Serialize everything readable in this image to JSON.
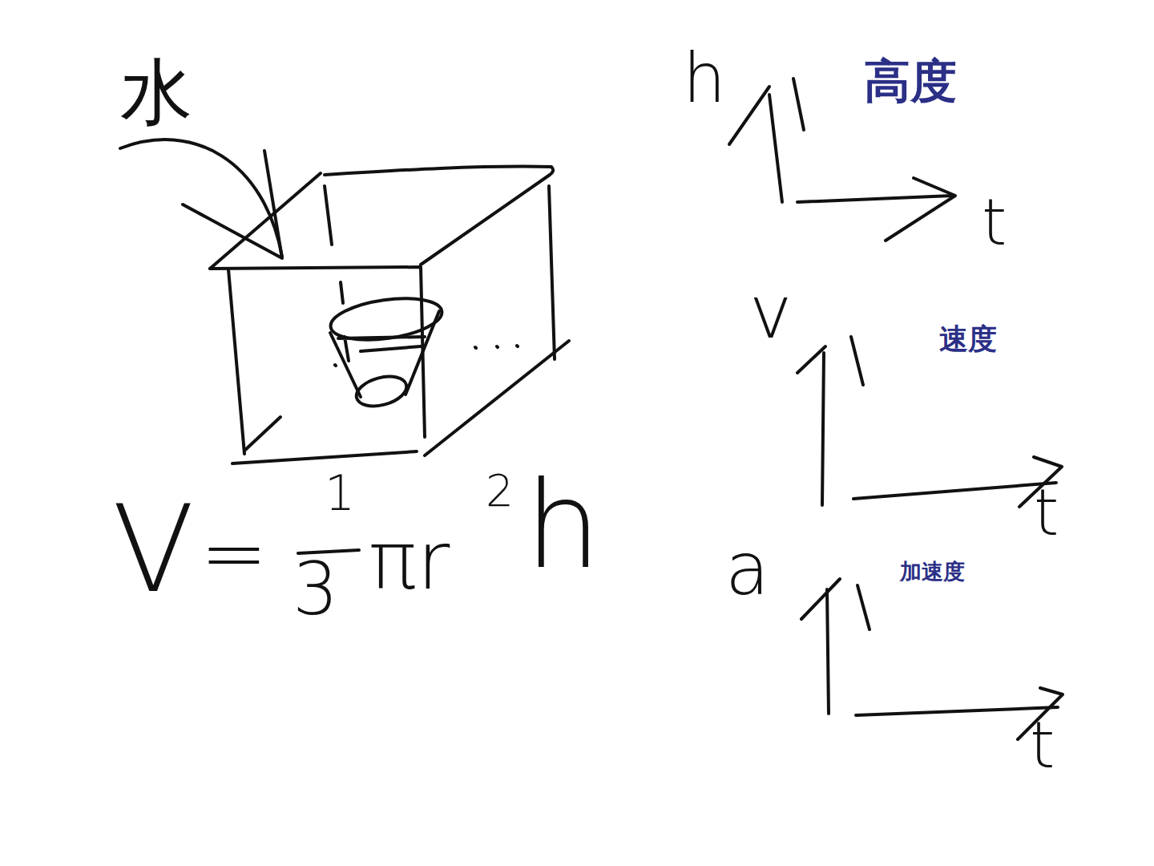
{
  "diagram": {
    "labels": [
      "水",
      "h",
      "高度",
      "t",
      "v",
      "速度",
      "t",
      "V",
      "=",
      "1",
      "3",
      "πr",
      "2",
      "h",
      "a",
      "加速度",
      "t"
    ]
  }
}
